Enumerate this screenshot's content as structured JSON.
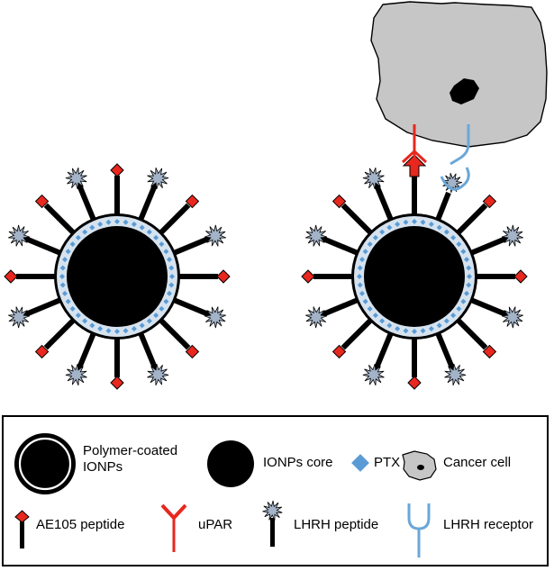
{
  "legend": {
    "polymer_coated_ionps": "Polymer-coated\nIONPs",
    "ionps_core": "IONPs core",
    "ptx": "PTX",
    "cancer_cell": "Cancer cell",
    "ae105_peptide": "AE105 peptide",
    "upar": "uPAR",
    "lhrh_peptide": "LHRH peptide",
    "lhrh_receptor": "LHRH receptor"
  },
  "colors": {
    "core": "#000000",
    "coating_ring": "#d6e3ef",
    "ptx": "#5b9bd5",
    "ae105": "#e8271e",
    "upar": "#e8271e",
    "lhrh_peptide": "#a3b3c8",
    "lhrh_receptor": "#6aa7d8",
    "cancer_cell": "#c6c6c6"
  },
  "icons": [
    "nanoparticle-icon",
    "ionps-core-icon",
    "ptx-diamond-icon",
    "cancer-cell-icon",
    "ae105-peptide-icon",
    "upar-receptor-icon",
    "lhrh-peptide-icon",
    "lhrh-receptor-icon"
  ]
}
